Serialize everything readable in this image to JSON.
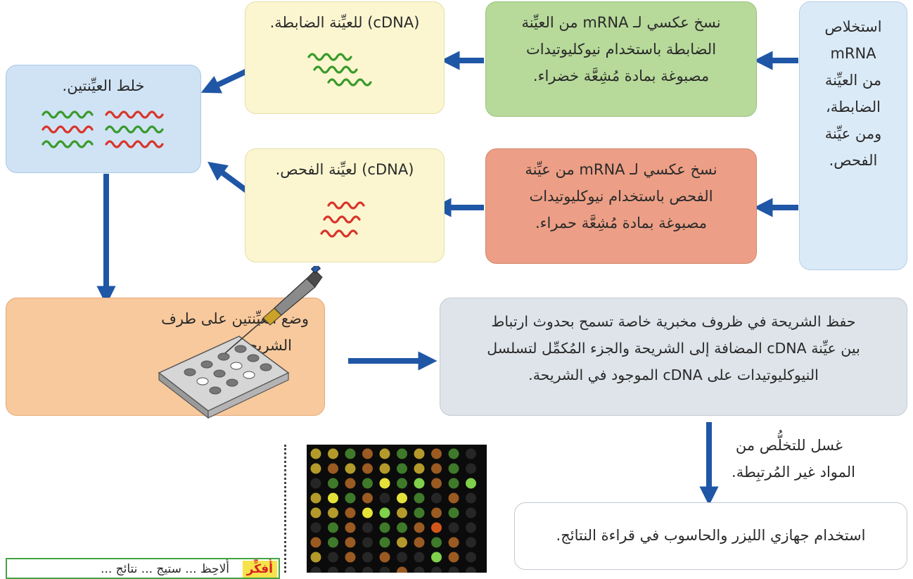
{
  "boxes": {
    "extraction": {
      "lines": [
        "استخلاص",
        "mRNA",
        "من العيِّنة",
        "الضابطة،",
        "ومن عيِّنة",
        "الفحص."
      ]
    },
    "rt_green": {
      "lines": [
        "نسخ عكسي لـ mRNA من العيِّنة",
        "الضابطة باستخدام نيوكليوتيدات",
        "مصبوغة بمادة مُشِعَّة خضراء."
      ]
    },
    "rt_red": {
      "lines": [
        "نسخ عكسي لـ mRNA من عيِّنة",
        "الفحص باستخدام نيوكليوتيدات",
        "مصبوغة بمادة مُشِعَّة حمراء."
      ]
    },
    "cdna_control": {
      "label": "(cDNA) للعيِّنة الضابطة."
    },
    "cdna_test": {
      "label": "(cDNA) لعيِّنة الفحص."
    },
    "mix": {
      "label": "خلط العيِّنتين."
    },
    "place": {
      "lines": [
        "وضع العيِّنتين على طرف",
        "الشريحة."
      ]
    },
    "hybridize": {
      "lines": [
        "حفظ الشريحة في ظروف مخبرية خاصة تسمح بحدوث ارتباط",
        "بين عيِّنة cDNA المضافة إلى الشريحة والجزء المُكمِّل لتسلسل",
        "النيوكليوتيدات على cDNA الموجود في الشريحة."
      ]
    },
    "read": {
      "label": "استخدام جهازي الليزر والحاسوب في قراءة النتائج."
    }
  },
  "wash": {
    "lines": [
      "غسل للتخلُّص من",
      "المواد غير المُرتبِطة."
    ]
  },
  "think_box": {
    "tag": "أُفكِّر",
    "text": "أُلاحِظ ... ستيج ... نتائج ..."
  },
  "colors": {
    "blue_box": "#dbeaf7",
    "blue_box_alt": "#cfe3f5",
    "green_box": "#b7d99a",
    "red_box": "#ec9f86",
    "cream_box": "#fbf6d0",
    "orange_box": "#f8c99c",
    "gray_box": "#dfe4ea",
    "arrow": "#1f57a6",
    "wave_green": "#3a9a2b",
    "wave_red": "#d9352b"
  },
  "microarray": {
    "rows": [
      [
        "y",
        "y",
        "g",
        "o",
        "y",
        "g",
        "y",
        "o",
        "g",
        "d"
      ],
      [
        "y",
        "o",
        "y",
        "o",
        "y",
        "g",
        "y",
        "o",
        "g",
        "d"
      ],
      [
        "d",
        "g",
        "o",
        "g",
        "Y",
        "g",
        "G",
        "o",
        "g",
        "G"
      ],
      [
        "y",
        "Y",
        "g",
        "o",
        "d",
        "Y",
        "g",
        "d",
        "o",
        "d"
      ],
      [
        "y",
        "y",
        "o",
        "Y",
        "G",
        "y",
        "g",
        "o",
        "g",
        "d"
      ],
      [
        "d",
        "g",
        "o",
        "d",
        "g",
        "g",
        "o",
        "O",
        "d",
        "d"
      ],
      [
        "o",
        "g",
        "o",
        "d",
        "g",
        "y",
        "o",
        "g",
        "o",
        "d"
      ],
      [
        "y",
        "d",
        "o",
        "d",
        "o",
        "d",
        "d",
        "G",
        "o",
        "d"
      ],
      [
        "d",
        "d",
        "d",
        "d",
        "d",
        "o",
        "d",
        "d",
        "d",
        "d"
      ]
    ]
  }
}
